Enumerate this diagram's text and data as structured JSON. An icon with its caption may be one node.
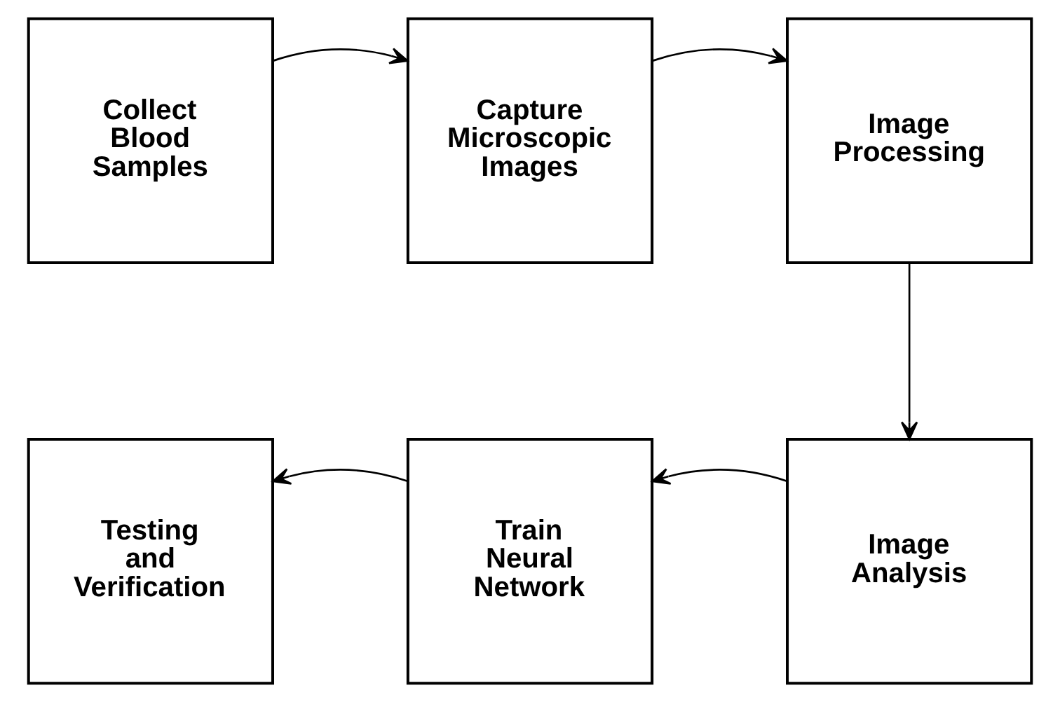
{
  "diagram": {
    "nodes": [
      {
        "text": [
          "Collect Blood Samples"
        ]
      },
      {
        "text": [
          "Capture Microscopic Images"
        ]
      },
      {
        "text": [
          "Image Processing"
        ]
      },
      {
        "text": [
          "Image Analysis"
        ]
      },
      {
        "text": [
          "Train Neural Network"
        ]
      },
      {
        "text": [
          "Testing and Verification"
        ]
      }
    ],
    "edges": [
      {
        "from": 0,
        "to": 1,
        "arrow": "to"
      },
      {
        "from": 1,
        "to": 2,
        "arrow": "to"
      },
      {
        "from": 2,
        "to": 3,
        "arrow": "to"
      },
      {
        "from": 3,
        "to": 4,
        "arrow": "to"
      },
      {
        "from": 4,
        "to": 5,
        "arrow": "to"
      }
    ]
  }
}
